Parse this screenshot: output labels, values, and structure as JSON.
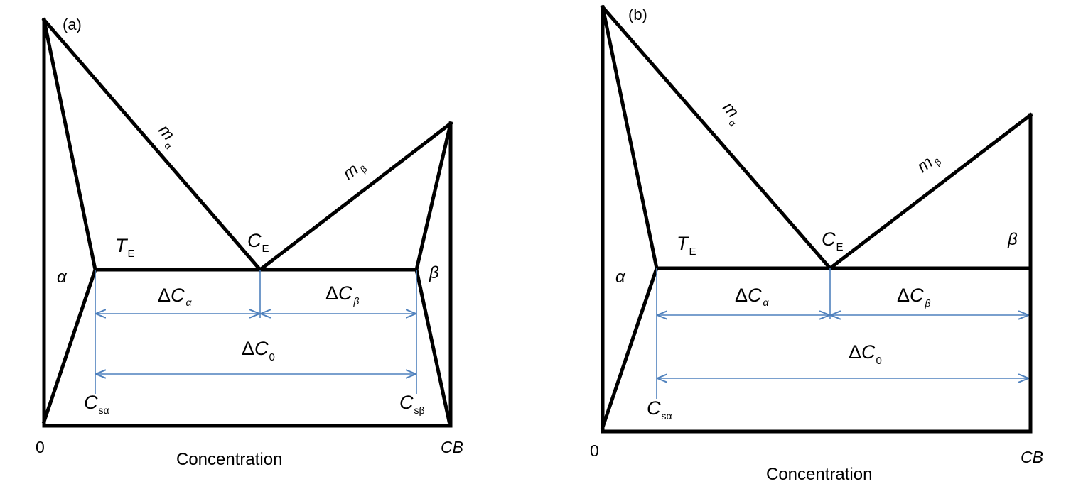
{
  "panels": [
    {
      "tag": "(a)",
      "alpha": "α",
      "beta": "β",
      "m_alpha": {
        "m": "m",
        "sub": "α"
      },
      "m_beta": {
        "m": "m",
        "sub": "β"
      },
      "TE": {
        "main": "T",
        "sub": "E"
      },
      "CE": {
        "main": "C",
        "sub": "E"
      },
      "dCa": {
        "delta": "Δ",
        "main": "C",
        "sub": "α"
      },
      "dCb": {
        "delta": "Δ",
        "main": "C",
        "sub": "β"
      },
      "dC0": {
        "delta": "Δ",
        "main": "C",
        "sub": "0"
      },
      "Csa": {
        "main": "C",
        "sub": "sα"
      },
      "Csb": {
        "main": "C",
        "sub": "sβ"
      },
      "zero": "0",
      "cb": "CB",
      "xlabel": "Concentration"
    },
    {
      "tag": "(b)",
      "alpha": "α",
      "beta": "β",
      "m_alpha": {
        "m": "m",
        "sub": "α"
      },
      "m_beta": {
        "m": "m",
        "sub": "β"
      },
      "TE": {
        "main": "T",
        "sub": "E"
      },
      "CE": {
        "main": "C",
        "sub": "E"
      },
      "dCa": {
        "delta": "Δ",
        "main": "C",
        "sub": "α"
      },
      "dCb": {
        "delta": "Δ",
        "main": "C",
        "sub": "β"
      },
      "dC0": {
        "delta": "Δ",
        "main": "C",
        "sub": "0"
      },
      "Csa": {
        "main": "C",
        "sub": "sα"
      },
      "zero": "0",
      "cb": "CB",
      "xlabel": "Concentration"
    }
  ],
  "colors": {
    "lines": "#000000",
    "dimension": "#4f81bd"
  }
}
